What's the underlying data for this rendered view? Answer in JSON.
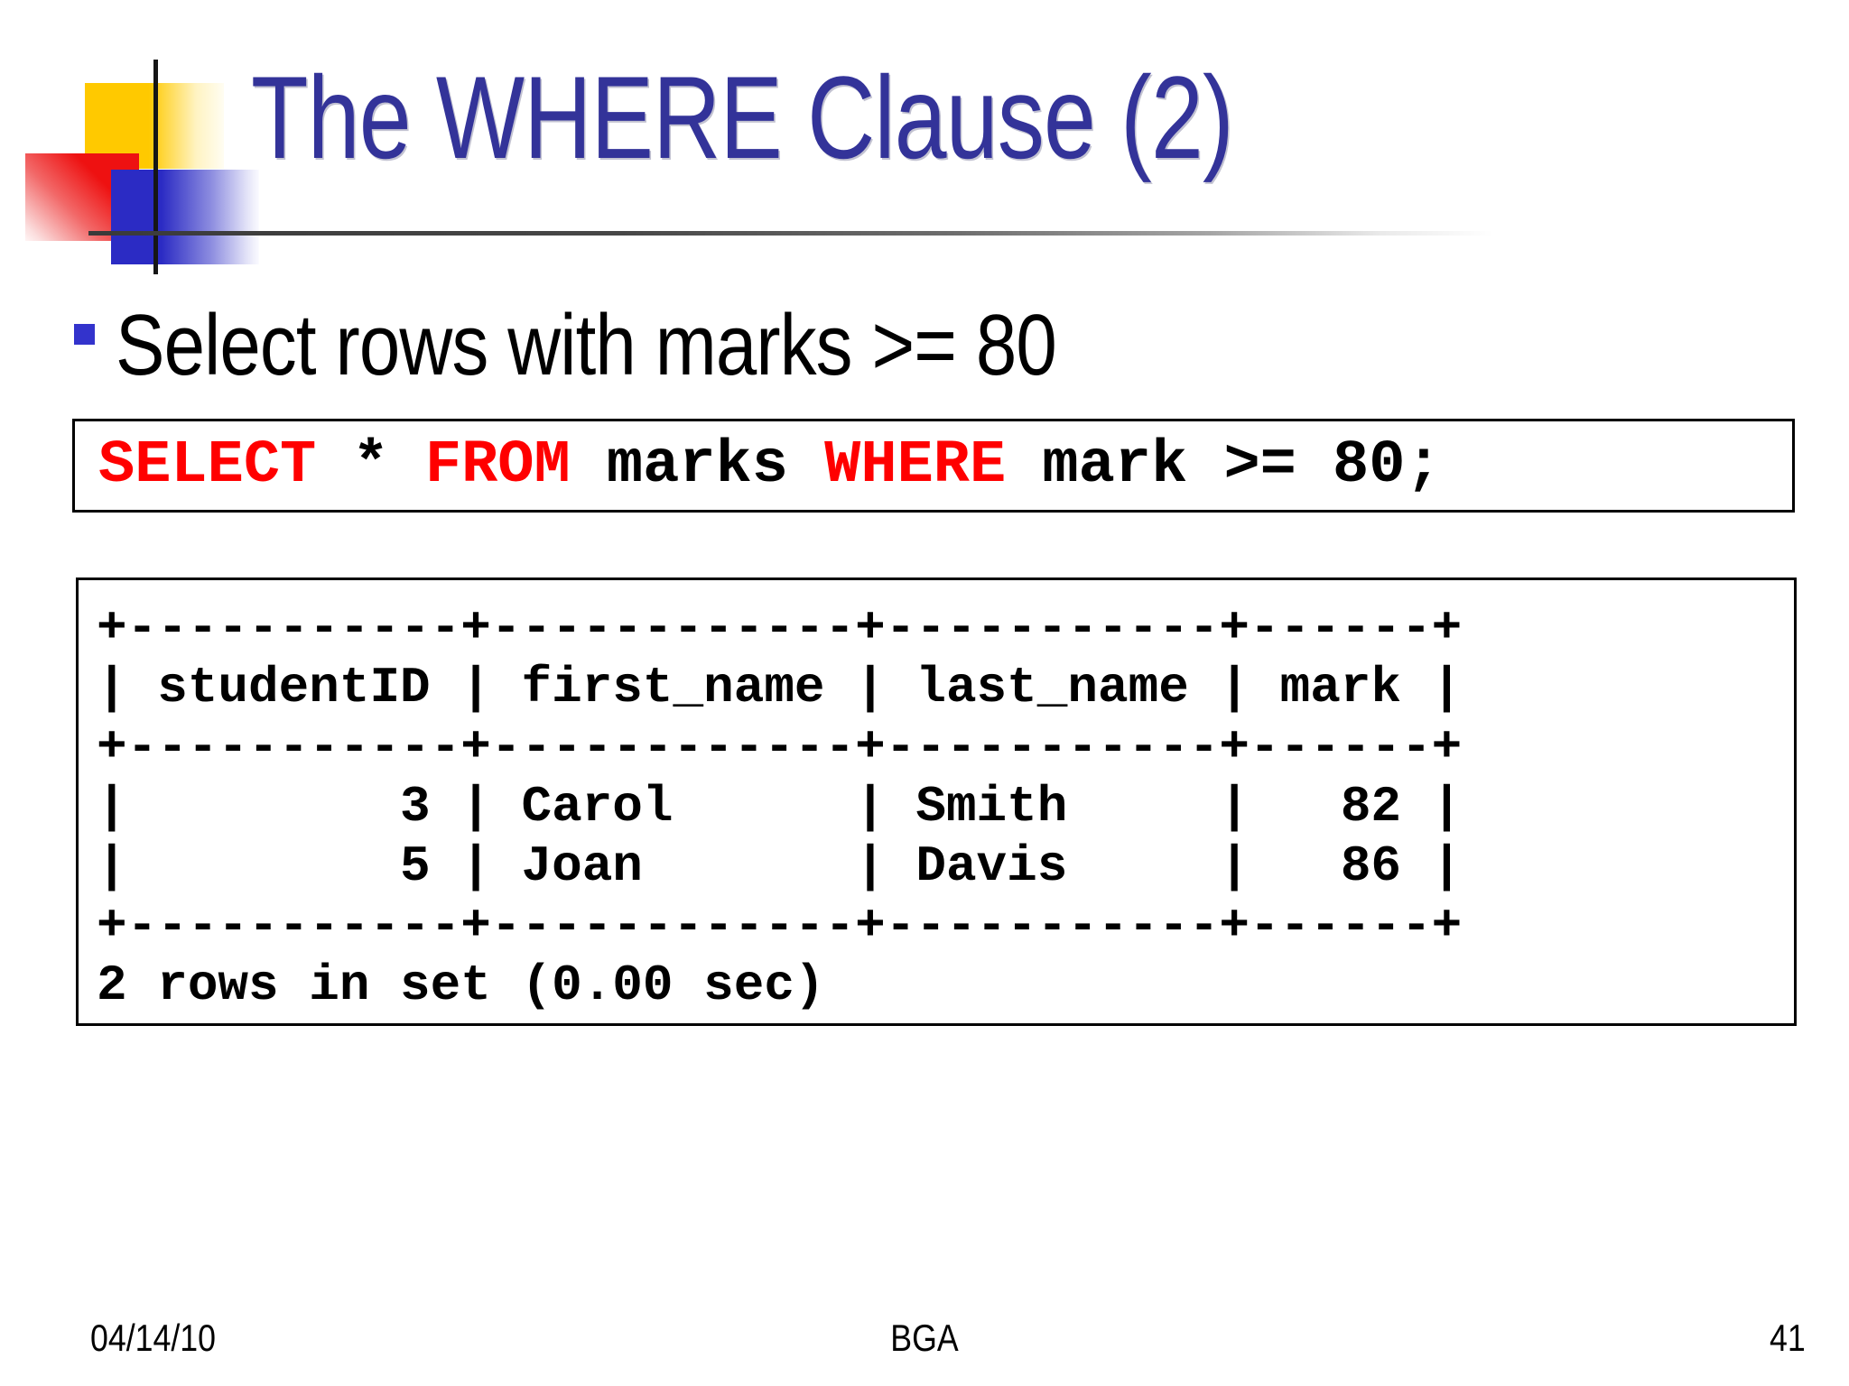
{
  "slide": {
    "title": "The WHERE Clause (2)",
    "bullet_text": "Select rows with marks >= 80",
    "sql_query": {
      "tokens": [
        {
          "text": "SELECT",
          "type": "keyword"
        },
        {
          "text": " * ",
          "type": "plain"
        },
        {
          "text": "FROM",
          "type": "keyword"
        },
        {
          "text": " marks ",
          "type": "plain"
        },
        {
          "text": "WHERE",
          "type": "keyword"
        },
        {
          "text": " mark >= 80;",
          "type": "plain"
        }
      ]
    },
    "query_result": {
      "lines": [
        "+-----------+------------+-----------+------+",
        "| studentID | first_name | last_name | mark |",
        "+-----------+------------+-----------+------+",
        "|         3 | Carol      | Smith     |   82 |",
        "|         5 | Joan       | Davis     |   86 |",
        "+-----------+------------+-----------+------+",
        "2 rows in set (0.00 sec)"
      ],
      "columns": [
        "studentID",
        "first_name",
        "last_name",
        "mark"
      ],
      "rows": [
        [
          "3",
          "Carol",
          "Smith",
          "82"
        ],
        [
          "5",
          "Joan",
          "Davis",
          "86"
        ]
      ],
      "summary": "2 rows in set (0.00 sec)"
    },
    "footer": {
      "date": "04/14/10",
      "center": "BGA",
      "page_number": "41"
    }
  },
  "colors": {
    "title": "#333399",
    "bullet": "#3333cc",
    "keyword": "#ff0000",
    "accent-yellow": "#ffc900",
    "accent-red": "#ee1111",
    "accent-blue": "#2b2bc4"
  }
}
